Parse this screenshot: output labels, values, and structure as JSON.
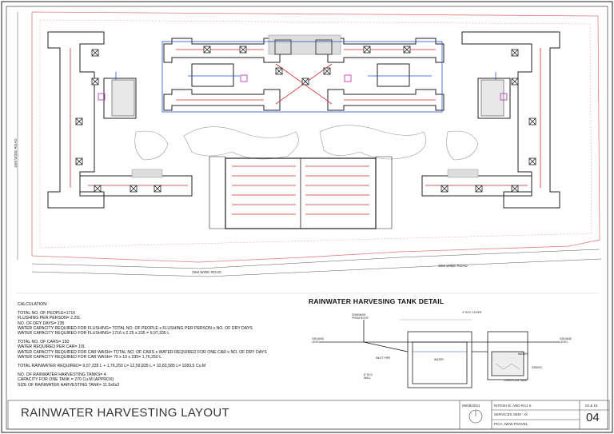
{
  "roads": {
    "left": "15M WIDE ROAD",
    "bottom_left": "15M WIDE ROAD",
    "bottom_right": "15M WIDE ROAD"
  },
  "calculation": {
    "heading": "CALCULATION:",
    "lines_a": [
      "TOTAL NO. OF PEOPLE=1716",
      "FLUSHING PER PERSON= 2.25L",
      "NO. OF DRY DAYS= 235",
      "WATER CAPACITY REQUIRED FOR FLUSHING= TOTAL NO. OF PEOPLE x  FLUSHING PER PERSON x NO. OF DRY DAYS",
      "WATER CAPACITY REQUIRED FOR FLUSHING= 1716 x 2.25 x 235 = 9,07,335 L"
    ],
    "lines_b": [
      "TOTAL NO. OF CARS= 150",
      "WATER REQUIRED PER CAR= 10L",
      "WATER CAPACITY REQUIRED FOR CAR WASH= TOTAL NO. OF CARS x WATER REQUIRED FOR ONE CAR x NO. OF DRY DAYS",
      "WATER CAPACITY REQUIRED FOR CAR WASH= 75 x 10 x 235= 1,76,250 L"
    ],
    "total": "TOTAL RAINWATER REQUIRED=  9,07,335 L + 1,76,250 L= 12,59,835 L = 10,83,585 L= 1083.5 Cu.M",
    "lines_c": [
      "NO.    OF RAINWATER HARVESTING TANKS= 4",
      "CAPACITY FOR ONE TANK = 270 Cu.M (APPROX)",
      "SIZE OF RAINWATER HARVESTING TANK= 11.5x6x3"
    ]
  },
  "tank_detail": {
    "title": "RAINWATER HARVESING TANK DETAIL",
    "labels": {
      "rcc_cover": "4\" RCC COVER",
      "drainage": "DRAINAGE\nFROM ROOF",
      "ground_level_left": "GROUND\nLEVEL",
      "ground_level_right": "GROUND\nLEVEL",
      "inlet_pipe": "INLET PIPE",
      "water": "WATER",
      "water_right": "WATER",
      "rcc_wall": "8\" RCC\nWALL",
      "gravel": "GRAVEL",
      "overflow_tank": "OVERFLOW TANK"
    }
  },
  "title_block": {
    "title": "RAINWATER HARVESTING LAYOUT",
    "cell_date": "09/08/2021",
    "cell_name": "NITESH B. AND RAJ S.",
    "cell_sem": "SERVICES SEM - IX",
    "cell_place": "PICA, NEW PANVEL",
    "cell_sheet": "03 & 15",
    "sheet_no": "04"
  },
  "colors": {
    "wall": "#202020",
    "pipe": "#d42a2a",
    "drain": "#2a4fcf",
    "tank_marker": "#c44fc4",
    "boundary": "#e37a7a"
  }
}
